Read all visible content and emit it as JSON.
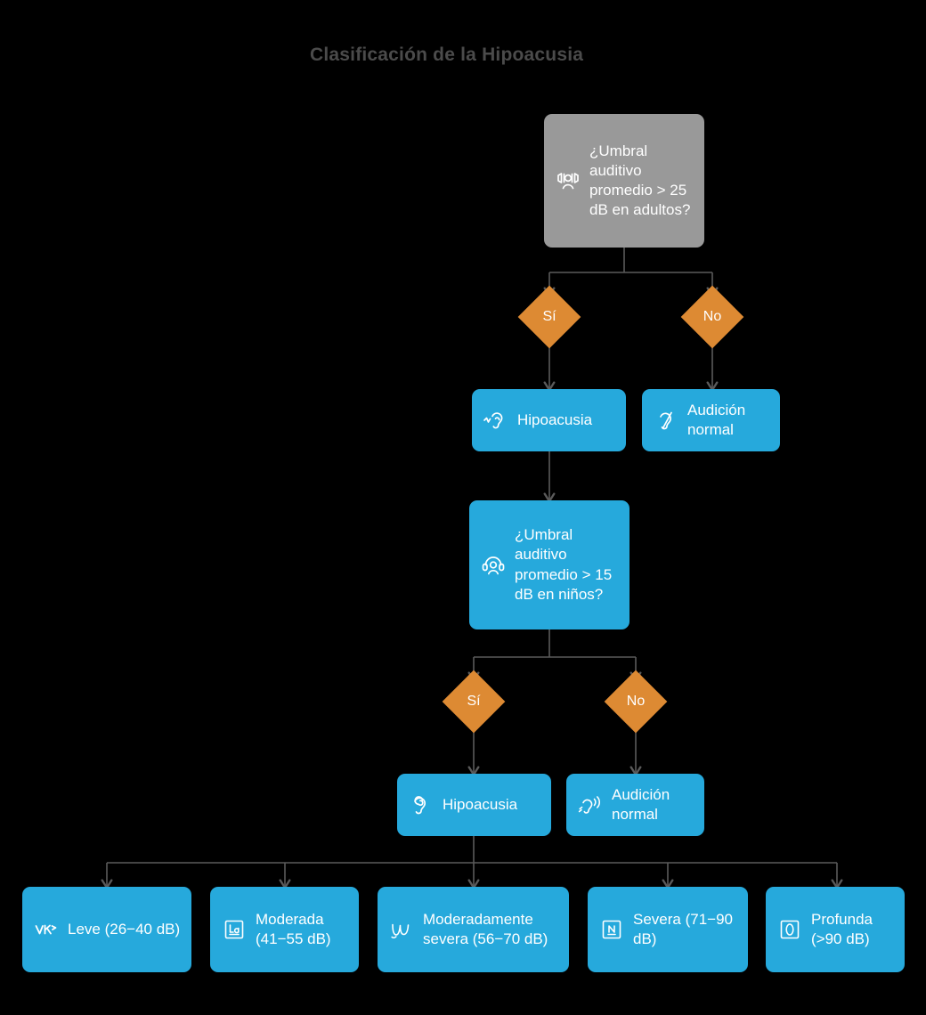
{
  "title": "Clasificación de la Hipoacusia",
  "colors": {
    "background": "#000000",
    "node_blue": "#26a9dc",
    "node_gray": "#999999",
    "diamond_orange": "#dd8a33",
    "edge": "#5a5a5a",
    "title_text": "#4b4b4b",
    "node_text": "#ffffff"
  },
  "nodes": {
    "root": {
      "label": "¿Umbral auditivo promedio > 25 dB en adultos?",
      "icon": "person-headphones-icon",
      "color": "gray"
    },
    "hipoacusia_adultos": {
      "label": "Hipoacusia",
      "icon": "ear-hearing-loss-icon",
      "color": "blue"
    },
    "audicion_normal_adultos": {
      "label": "Audición normal",
      "icon": "ear-outline-icon",
      "color": "blue"
    },
    "decision_ninos": {
      "label": "¿Umbral auditivo promedio > 15 dB en niños?",
      "icon": "child-headphones-icon",
      "color": "blue"
    },
    "hipoacusia_ninos": {
      "label": "Hipoacusia",
      "icon": "ear-spiral-icon",
      "color": "blue"
    },
    "audicion_normal_ninos": {
      "label": "Audición normal",
      "icon": "ear-soundwave-icon",
      "color": "blue"
    },
    "leve": {
      "label": "Leve (26−40 dB)",
      "icon": "vk-glyph-icon",
      "color": "blue"
    },
    "moderada": {
      "label": "Moderada (41−55 dB)",
      "icon": "boxed-la-icon",
      "color": "blue"
    },
    "moderadamente_severa": {
      "label": "Moderadamente severa (56−70 dB)",
      "icon": "script-mu-icon",
      "color": "blue"
    },
    "severa": {
      "label": "Severa (71−90 dB)",
      "icon": "boxed-n-icon",
      "color": "blue"
    },
    "profunda": {
      "label": "Profunda (>90 dB)",
      "icon": "boxed-o-icon",
      "color": "blue"
    }
  },
  "decisions": {
    "adultos_si": "Sí",
    "adultos_no": "No",
    "ninos_si": "Sí",
    "ninos_no": "No"
  }
}
